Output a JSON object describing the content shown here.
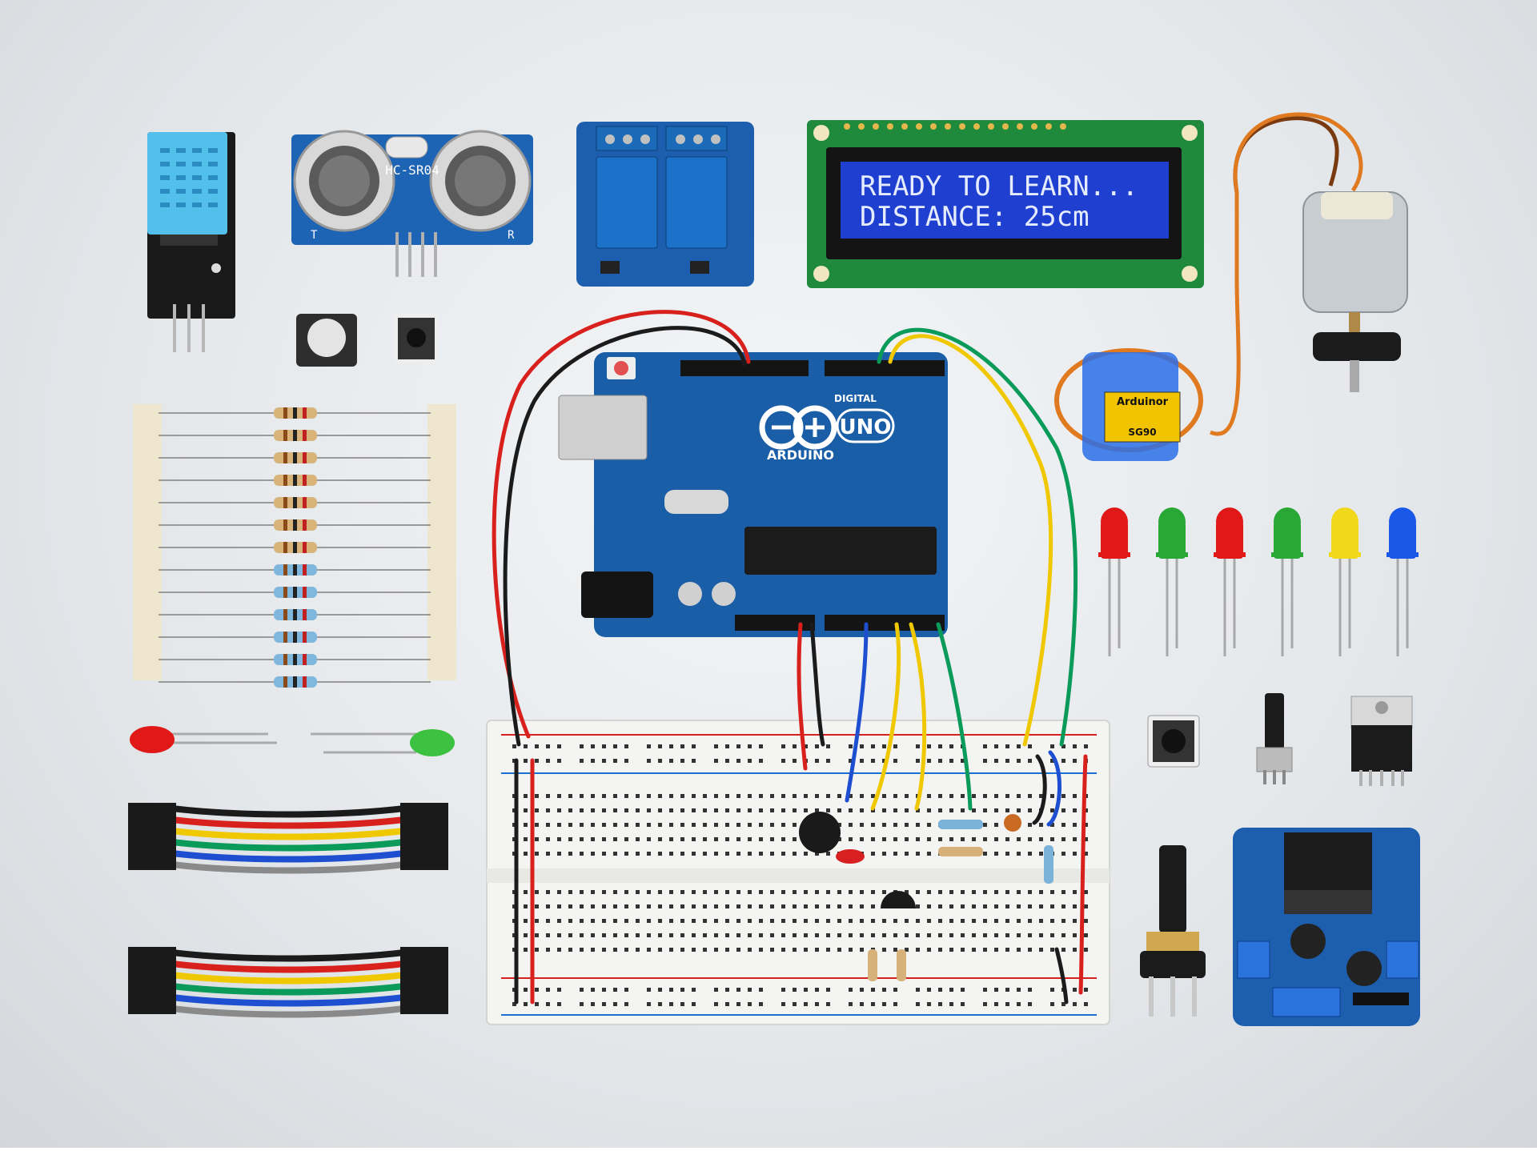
{
  "lcd": {
    "line1": "READY TO LEARN...",
    "line2": "DISTANCE: 25cm"
  },
  "arduino": {
    "brand": "ARDUINO",
    "model": "UNO",
    "section_label": "DIGITAL"
  },
  "ultrasonic": {
    "label": "HC-SR04",
    "left_mark": "T",
    "right_mark": "R"
  },
  "servo": {
    "brand": "Arduinor",
    "model": "SG90"
  },
  "colors": {
    "wire_red": "#d8201c",
    "wire_black": "#1b1b1b",
    "wire_yellow": "#f0c800",
    "wire_green": "#0a9a5a",
    "wire_blue": "#1d4fd0",
    "wire_orange": "#e07a20",
    "pcb_blue": "#1a5ea8",
    "pcb_green": "#1f8a3c",
    "lcd_blue": "#1f3fd0"
  },
  "led_colors": [
    "#e01818",
    "#2aa836",
    "#e01818",
    "#2aa836",
    "#f2d81a",
    "#1a58e8"
  ]
}
